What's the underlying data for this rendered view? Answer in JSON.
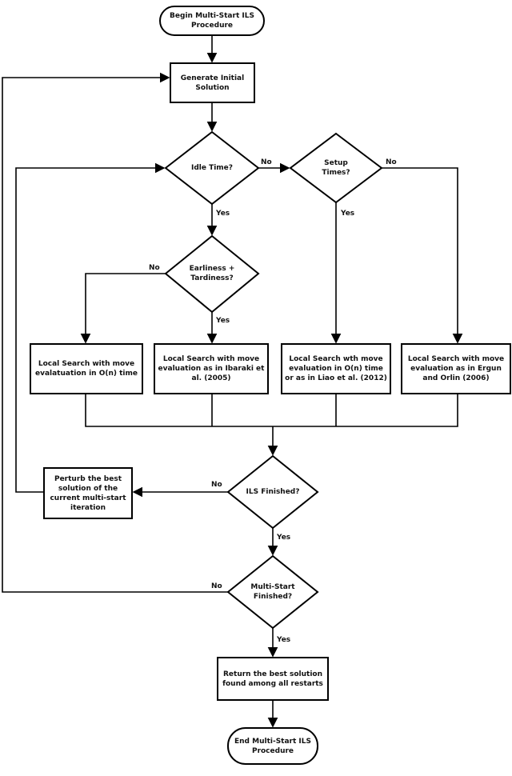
{
  "nodes": {
    "start": "Begin Multi-Start ILS Procedure",
    "generate": "Generate Initial Solution",
    "idle": "Idle Time?",
    "setup": "Setup Times?",
    "et": "Earliness + Tardiness?",
    "ls1": "Local Search with move evalatuation in O(n) time",
    "ls2": "Local Search with move evaluation as in Ibaraki et al. (2005)",
    "ls3": "Local Search wth move evaluation in O(n) time or as in Liao et al. (2012)",
    "ls4": "Local Search with move evaluation as in Ergun and Orlin (2006)",
    "ils": "ILS Finished?",
    "perturb": "Perturb the best solution of the current multi-start iteration",
    "ms": "Multi-Start Finished?",
    "ret": "Return the best solution found among all restarts",
    "end": "End Multi-Start ILS Procedure"
  },
  "labels": {
    "yes": "Yes",
    "no": "No"
  }
}
